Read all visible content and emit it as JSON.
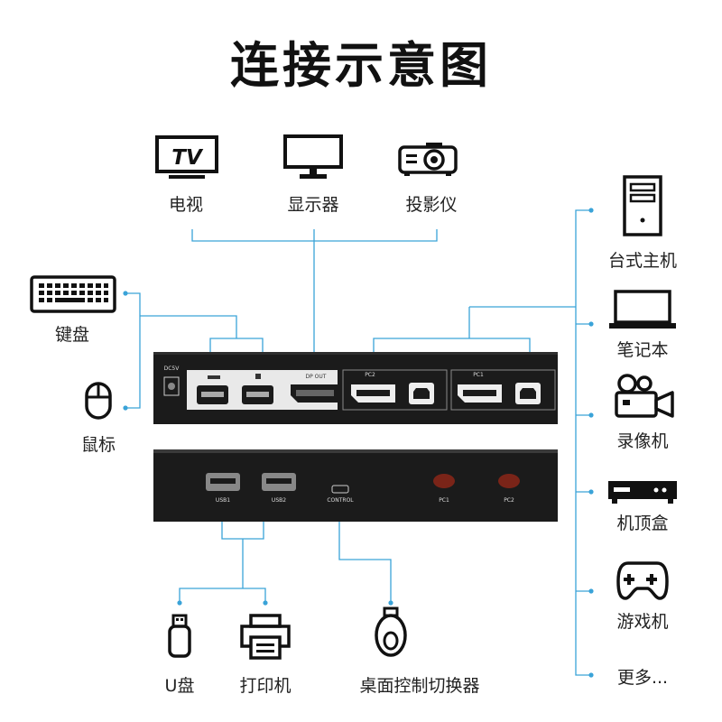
{
  "title": "连接示意图",
  "colors": {
    "line": "#3aa3d8",
    "device": "#111111",
    "panel": "#1b1b1b"
  },
  "top_devices": [
    {
      "label": "电视",
      "icon": "tv-icon",
      "icon_text": "TV"
    },
    {
      "label": "显示器",
      "icon": "monitor-icon"
    },
    {
      "label": "投影仪",
      "icon": "projector-icon"
    }
  ],
  "left_devices": [
    {
      "label": "键盘",
      "icon": "keyboard-icon"
    },
    {
      "label": "鼠标",
      "icon": "mouse-icon"
    }
  ],
  "right_devices": [
    {
      "label": "台式主机",
      "icon": "desktop-tower-icon"
    },
    {
      "label": "笔记本",
      "icon": "laptop-icon"
    },
    {
      "label": "录像机",
      "icon": "video-camera-icon"
    },
    {
      "label": "机顶盒",
      "icon": "set-top-box-icon"
    },
    {
      "label": "游戏机",
      "icon": "gamepad-icon"
    },
    {
      "label": "更多...",
      "icon": ""
    }
  ],
  "bottom_devices": [
    {
      "label": "U盘",
      "icon": "usb-drive-icon"
    },
    {
      "label": "打印机",
      "icon": "printer-icon"
    },
    {
      "label": "桌面控制切换器",
      "icon": "desktop-switch-controller-icon"
    }
  ],
  "back_panel": {
    "dc": "DC5V",
    "dp_out": "DP OUT",
    "pc2": "PC2",
    "pc1": "PC1"
  },
  "front_panel": {
    "usb1": "USB1",
    "usb2": "USB2",
    "control": "CONTROL",
    "pc1": "PC1",
    "pc2": "PC2"
  }
}
